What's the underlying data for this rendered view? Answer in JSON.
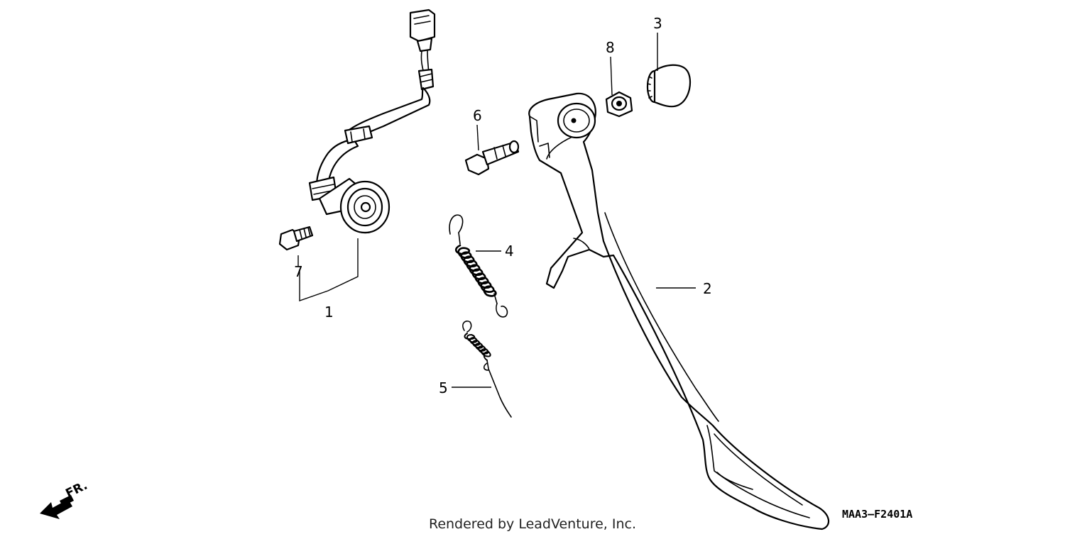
{
  "callouts": {
    "c1": "1",
    "c2": "2",
    "c3": "3",
    "c4": "4",
    "c5": "5",
    "c6": "6",
    "c7": "7",
    "c8": "8"
  },
  "diagram_code": "MAA3—F2401A",
  "direction_label": "FR.",
  "credit": "Rendered by LeadVenture, Inc."
}
